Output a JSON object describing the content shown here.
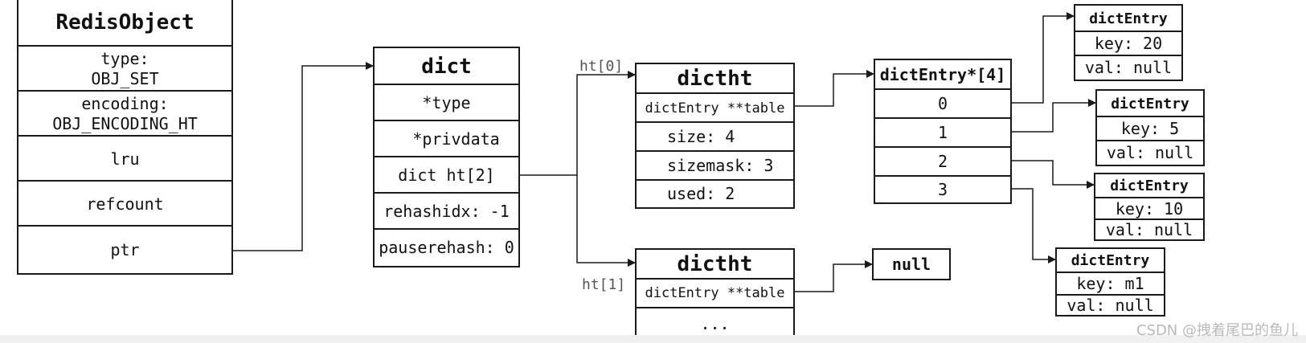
{
  "redis_object": {
    "title": "RedisObject",
    "type": "type:\nOBJ_SET",
    "encoding": "encoding:\nOBJ_ENCODING_HT",
    "lru": "lru",
    "refcount": "refcount",
    "ptr": "ptr"
  },
  "dict": {
    "title": "dict",
    "type": "*type",
    "privdata": "  *privdata",
    "ht": "dict ht[2]",
    "rehashidx": "rehashidx: -1",
    "pauserehash": "pauserehash: 0"
  },
  "ht_labels": {
    "ht0": "ht[0]",
    "ht1": "ht[1]"
  },
  "dictht0": {
    "title": "dictht",
    "table": "dictEntry **table",
    "size": "size: 4",
    "sizemask": "sizemask: 3",
    "used": "used: 2"
  },
  "dictht1": {
    "title": "dictht",
    "table": "dictEntry **table",
    "ellipsis": "..."
  },
  "null_box": {
    "label": "null"
  },
  "entry_array": {
    "title": "dictEntry*[4]",
    "slots": [
      "0",
      "1",
      "2",
      "3"
    ]
  },
  "entries": [
    {
      "title": "dictEntry",
      "key": "key: 20",
      "val": "val: null"
    },
    {
      "title": "dictEntry",
      "key": "key: 5",
      "val": "val: null"
    },
    {
      "title": "dictEntry",
      "key": "key: 10",
      "val": "val: null"
    },
    {
      "title": "dictEntry",
      "key": "key: m1",
      "val": "val: null"
    }
  ],
  "watermark": "CSDN @拽着尾巴的鱼儿",
  "colors": {
    "stroke": "#1a1a1a",
    "background": "#ffffff",
    "label": "#555555"
  }
}
